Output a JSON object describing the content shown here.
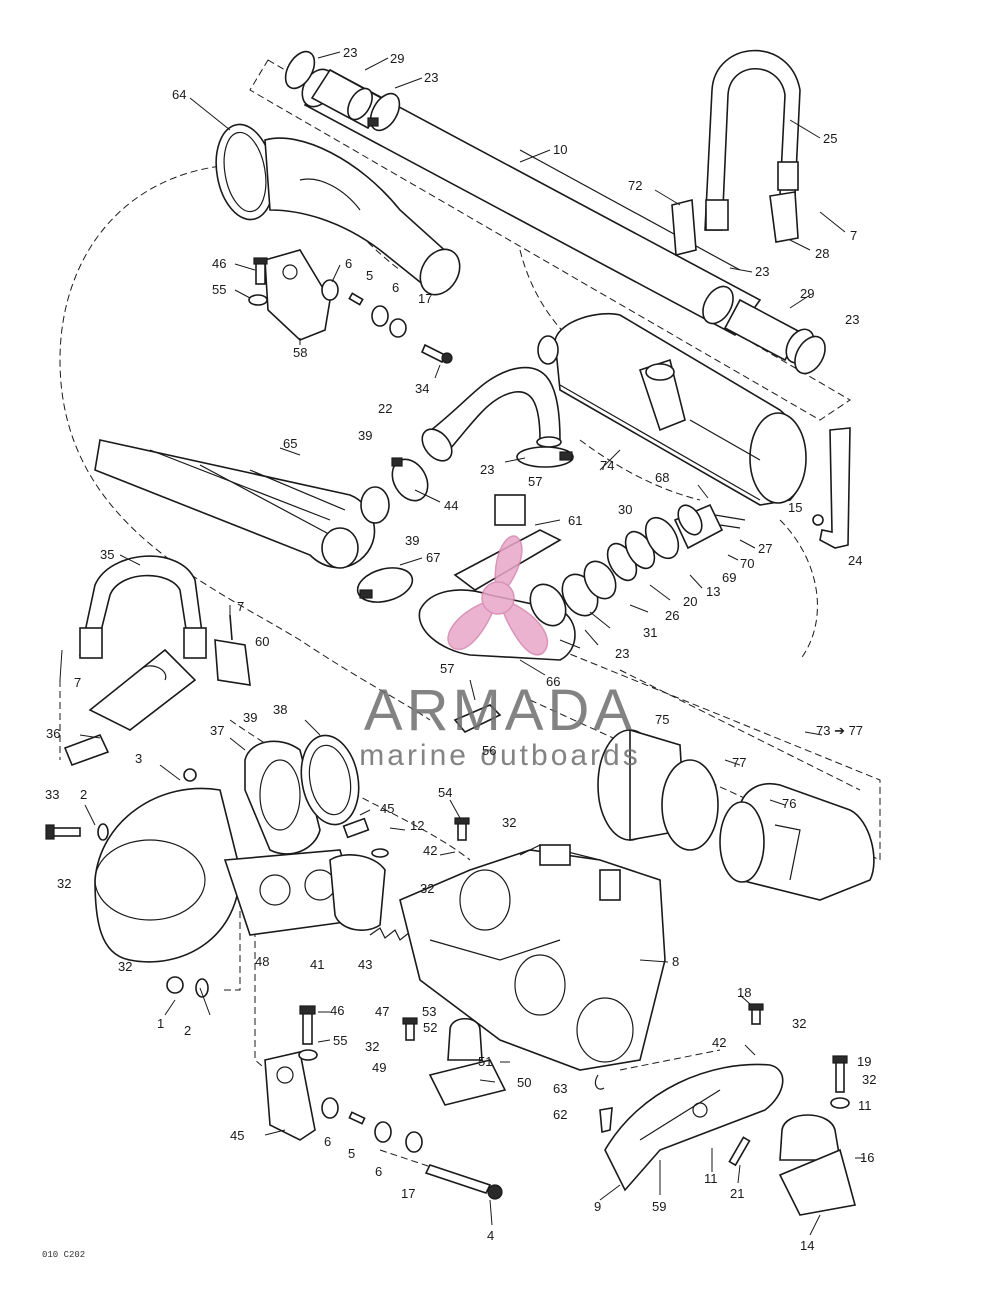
{
  "watermark": {
    "brand": "ARMADA",
    "tagline": "marine outboards",
    "accent_color": "#e8a6c8",
    "text_color": "#6e6e6e",
    "icon": "propeller-icon"
  },
  "drawing_code": "010 C202",
  "range_label": "73 ➔ 77",
  "callouts": [
    {
      "id": "c23a",
      "text": "23"
    },
    {
      "id": "c29a",
      "text": "29"
    },
    {
      "id": "c23b",
      "text": "23"
    },
    {
      "id": "c64",
      "text": "64"
    },
    {
      "id": "c10",
      "text": "10"
    },
    {
      "id": "c25",
      "text": "25"
    },
    {
      "id": "c72",
      "text": "72"
    },
    {
      "id": "c7a",
      "text": "7"
    },
    {
      "id": "c28a",
      "text": "28"
    },
    {
      "id": "c46a",
      "text": "46"
    },
    {
      "id": "c55a",
      "text": "55"
    },
    {
      "id": "c6a",
      "text": "6"
    },
    {
      "id": "c5a",
      "text": "5"
    },
    {
      "id": "c6b",
      "text": "6"
    },
    {
      "id": "c17a",
      "text": "17"
    },
    {
      "id": "c23c",
      "text": "23"
    },
    {
      "id": "c29b",
      "text": "29"
    },
    {
      "id": "c23d",
      "text": "23"
    },
    {
      "id": "c58",
      "text": "58"
    },
    {
      "id": "c34",
      "text": "34"
    },
    {
      "id": "c22",
      "text": "22"
    },
    {
      "id": "c39a",
      "text": "39"
    },
    {
      "id": "c65",
      "text": "65"
    },
    {
      "id": "c23e",
      "text": "23"
    },
    {
      "id": "c57a",
      "text": "57"
    },
    {
      "id": "c44",
      "text": "44"
    },
    {
      "id": "c74",
      "text": "74"
    },
    {
      "id": "c68",
      "text": "68"
    },
    {
      "id": "c30",
      "text": "30"
    },
    {
      "id": "c15",
      "text": "15"
    },
    {
      "id": "c61",
      "text": "61"
    },
    {
      "id": "c27",
      "text": "27"
    },
    {
      "id": "c70",
      "text": "70"
    },
    {
      "id": "c69",
      "text": "69"
    },
    {
      "id": "c24",
      "text": "24"
    },
    {
      "id": "c13",
      "text": "13"
    },
    {
      "id": "c20",
      "text": "20"
    },
    {
      "id": "c39b",
      "text": "39"
    },
    {
      "id": "c67",
      "text": "67"
    },
    {
      "id": "c35",
      "text": "35"
    },
    {
      "id": "c26",
      "text": "26"
    },
    {
      "id": "c31",
      "text": "31"
    },
    {
      "id": "c23f",
      "text": "23"
    },
    {
      "id": "c7b",
      "text": "7"
    },
    {
      "id": "c60",
      "text": "60"
    },
    {
      "id": "c66",
      "text": "66"
    },
    {
      "id": "c7c",
      "text": "7"
    },
    {
      "id": "c57b",
      "text": "57"
    },
    {
      "id": "c36",
      "text": "36"
    },
    {
      "id": "c39c",
      "text": "39"
    },
    {
      "id": "c38",
      "text": "38"
    },
    {
      "id": "c75",
      "text": "75"
    },
    {
      "id": "c37",
      "text": "37"
    },
    {
      "id": "c56",
      "text": "56"
    },
    {
      "id": "c3",
      "text": "3"
    },
    {
      "id": "c77",
      "text": "77"
    },
    {
      "id": "c33",
      "text": "33"
    },
    {
      "id": "c2a",
      "text": "2"
    },
    {
      "id": "c54",
      "text": "54"
    },
    {
      "id": "c32a",
      "text": "32"
    },
    {
      "id": "c45a",
      "text": "45"
    },
    {
      "id": "c12",
      "text": "12"
    },
    {
      "id": "c76",
      "text": "76"
    },
    {
      "id": "c42a",
      "text": "42"
    },
    {
      "id": "c32b",
      "text": "32"
    },
    {
      "id": "c32c",
      "text": "32"
    },
    {
      "id": "c48",
      "text": "48"
    },
    {
      "id": "c41",
      "text": "41"
    },
    {
      "id": "c43",
      "text": "43"
    },
    {
      "id": "c8a",
      "text": "8"
    },
    {
      "id": "c32d",
      "text": "32"
    },
    {
      "id": "c1",
      "text": "1"
    },
    {
      "id": "c2b",
      "text": "2"
    },
    {
      "id": "c18",
      "text": "18"
    },
    {
      "id": "c32e",
      "text": "32"
    },
    {
      "id": "c46b",
      "text": "46"
    },
    {
      "id": "c47",
      "text": "47"
    },
    {
      "id": "c55b",
      "text": "55"
    },
    {
      "id": "c53",
      "text": "53"
    },
    {
      "id": "c52",
      "text": "52"
    },
    {
      "id": "c42b",
      "text": "42"
    },
    {
      "id": "c32f",
      "text": "32"
    },
    {
      "id": "c49",
      "text": "49"
    },
    {
      "id": "c51",
      "text": "51"
    },
    {
      "id": "c19",
      "text": "19"
    },
    {
      "id": "c32g",
      "text": "32"
    },
    {
      "id": "c50",
      "text": "50"
    },
    {
      "id": "c63",
      "text": "63"
    },
    {
      "id": "c11a",
      "text": "11"
    },
    {
      "id": "c62",
      "text": "62"
    },
    {
      "id": "c45b",
      "text": "45"
    },
    {
      "id": "c6c",
      "text": "6"
    },
    {
      "id": "c5b",
      "text": "5"
    },
    {
      "id": "c6d",
      "text": "6"
    },
    {
      "id": "c17b",
      "text": "17"
    },
    {
      "id": "c11b",
      "text": "11"
    },
    {
      "id": "c16",
      "text": "16"
    },
    {
      "id": "c9",
      "text": "9"
    },
    {
      "id": "c59",
      "text": "59"
    },
    {
      "id": "c21",
      "text": "21"
    },
    {
      "id": "c4",
      "text": "4"
    },
    {
      "id": "c14",
      "text": "14"
    }
  ]
}
